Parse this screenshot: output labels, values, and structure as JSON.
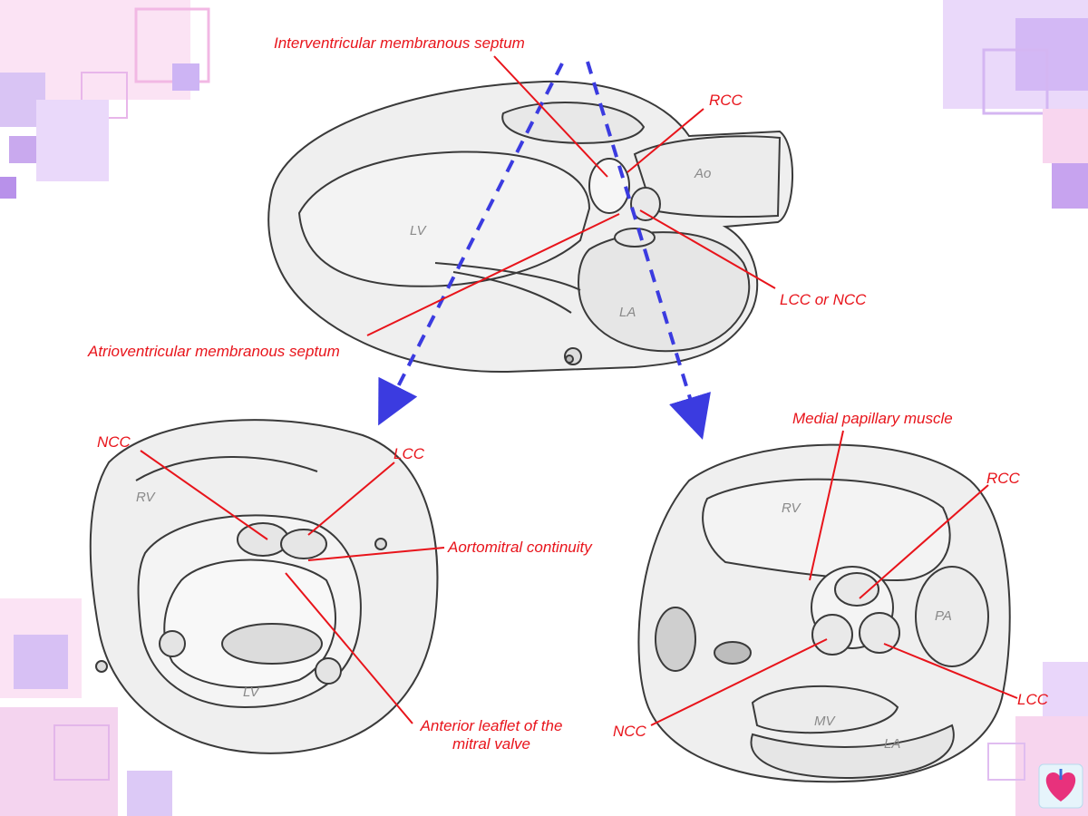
{
  "colors": {
    "label_red": "#e8141b",
    "dashed_arrow_blue": "#3b3be0",
    "deco_lavender": "#c9b4f0",
    "deco_pink": "#f6d3ee",
    "drawing_stroke": "#3a3a3a",
    "drawing_fill": "#eeeeee"
  },
  "icons": [
    "heart-logo-icon"
  ],
  "top_view": {
    "labels": {
      "interventricular": "Interventricular membranous septum",
      "rcc": "RCC",
      "lcc_or_ncc": "LCC or NCC",
      "atrioventricular": "Atrioventricular membranous septum"
    },
    "anatomy": {
      "lv": "LV",
      "ao": "Ao",
      "la": "LA"
    }
  },
  "left_view": {
    "labels": {
      "ncc": "NCC",
      "lcc": "LCC",
      "aortomitral": "Aortomitral continuity",
      "anterior_leaflet_line1": "Anterior leaflet of the",
      "anterior_leaflet_line2": "mitral valve"
    },
    "anatomy": {
      "rv": "RV",
      "lv": "LV"
    }
  },
  "right_view": {
    "labels": {
      "medial_papillary": "Medial papillary muscle",
      "rcc": "RCC",
      "ncc": "NCC",
      "lcc": "LCC"
    },
    "anatomy": {
      "rv": "RV",
      "pa": "PA",
      "mv": "MV",
      "la": "LA"
    }
  }
}
